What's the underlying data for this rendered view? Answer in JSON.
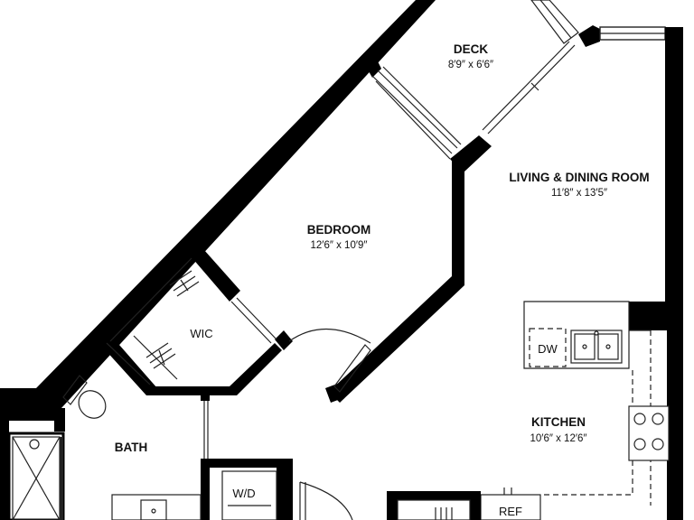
{
  "rooms": {
    "deck": {
      "name": "DECK",
      "dims": "8′9″ x 6′6″"
    },
    "living": {
      "name": "LIVING & DINING ROOM",
      "dims": "11′8″ x 13′5″"
    },
    "bedroom": {
      "name": "BEDROOM",
      "dims": "12′6″ x 10′9″"
    },
    "wic": {
      "name": "WIC"
    },
    "kitchen": {
      "name": "KITCHEN",
      "dims": "10′6″ x 12′6″"
    },
    "bath": {
      "name": "BATH"
    }
  },
  "fixtures": {
    "dishwasher": "DW",
    "washer_dryer": "W/D",
    "refrigerator": "REF"
  },
  "colors": {
    "wall": "#000000",
    "line": "#222222",
    "background": "#ffffff"
  }
}
